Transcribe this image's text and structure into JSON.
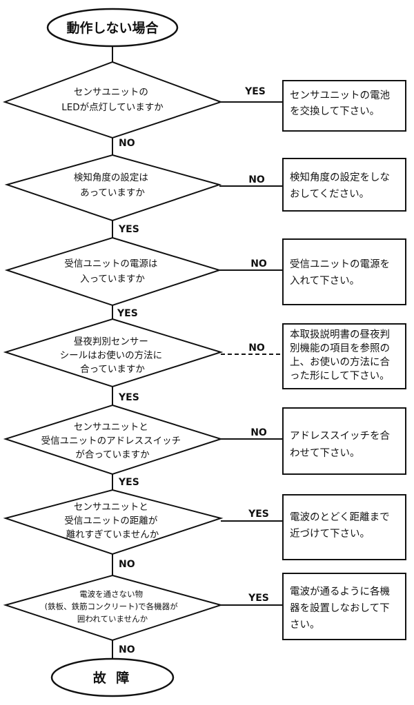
{
  "start": "動作しない場合",
  "end": "故 障",
  "steps": [
    {
      "question": [
        "センサユニットの",
        "LEDが点灯していますか"
      ],
      "branch": "YES",
      "action": [
        "センサユニットの電池",
        "を交換して下さい。"
      ],
      "continue": "NO"
    },
    {
      "question": [
        "検知角度の設定は",
        "あっていますか"
      ],
      "branch": "NO",
      "action": [
        "検知角度の設定をしな",
        "おしてください。"
      ],
      "continue": "YES"
    },
    {
      "question": [
        "受信ユニットの電源は",
        "入っていますか"
      ],
      "branch": "NO",
      "action": [
        "受信ユニットの電源を",
        "入れて下さい。"
      ],
      "continue": "YES"
    },
    {
      "question": [
        "昼夜判別センサー",
        "シールはお使いの方法に",
        "合っていますか"
      ],
      "branch": "NO",
      "action": [
        "本取扱説明書の昼夜判",
        "別機能の項目を参照の",
        "上、お使いの方法に合",
        "った形にして下さい。"
      ],
      "continue": "YES"
    },
    {
      "question": [
        "センサユニットと",
        "受信ユニットのアドレススイッチ",
        "が合っていますか"
      ],
      "branch": "NO",
      "action": [
        "アドレススイッチを合",
        "わせて下さい。"
      ],
      "continue": "YES"
    },
    {
      "question": [
        "センサユニットと",
        "受信ユニットの距離が",
        "離れすぎていませんか"
      ],
      "branch": "YES",
      "action": [
        "電波のとどく距離まで",
        "近づけて下さい。"
      ],
      "continue": "NO"
    },
    {
      "question": [
        "電波を通さない物",
        "(鉄板、鉄筋コンクリート)で各機器が",
        "囲われていませんか"
      ],
      "branch": "YES",
      "action": [
        "電波が通るように各機",
        "器を設置しなおして下",
        "さい。"
      ],
      "continue": "NO"
    }
  ]
}
